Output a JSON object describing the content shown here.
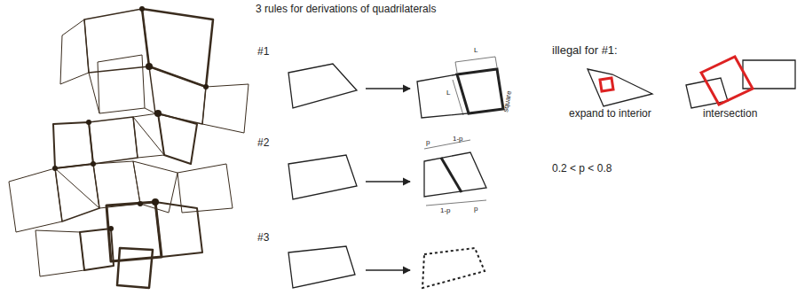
{
  "diagram": {
    "title": "3 rules for derivations of quadrilaterals",
    "labels": [
      "#1",
      "#2",
      "#3",
      "illegal for #1:",
      "expand to interior",
      "intersection",
      "0.2 < p < 0.8",
      "L",
      "L",
      "square",
      "p",
      "1-p",
      "1-p",
      "p"
    ]
  }
}
